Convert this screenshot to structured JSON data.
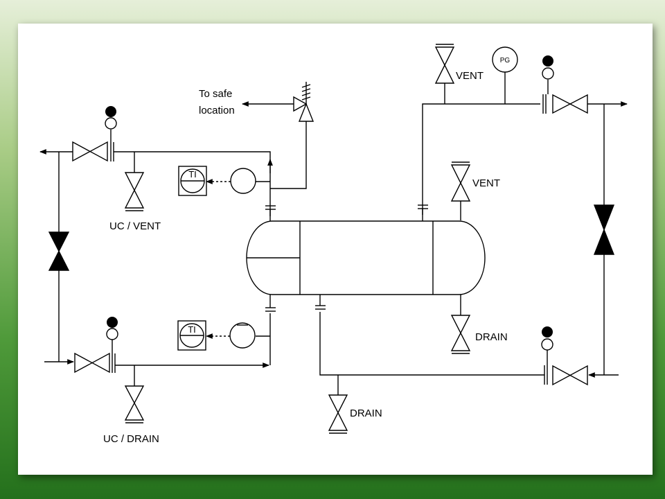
{
  "diagram": {
    "labels": {
      "safe_line1": "To safe",
      "safe_line2": "location",
      "vent_top": "VENT",
      "vent_shell": "VENT",
      "drain_shell": "DRAIN",
      "drain_bottom": "DRAIN",
      "uc_vent": "UC / VENT",
      "uc_drain": "UC / DRAIN",
      "pg": "PG",
      "ti_upper": "TI",
      "ti_lower": "TI"
    },
    "colors": {
      "line": "#000000",
      "valve_closed_fill": "#000000",
      "background": "#ffffff"
    }
  }
}
